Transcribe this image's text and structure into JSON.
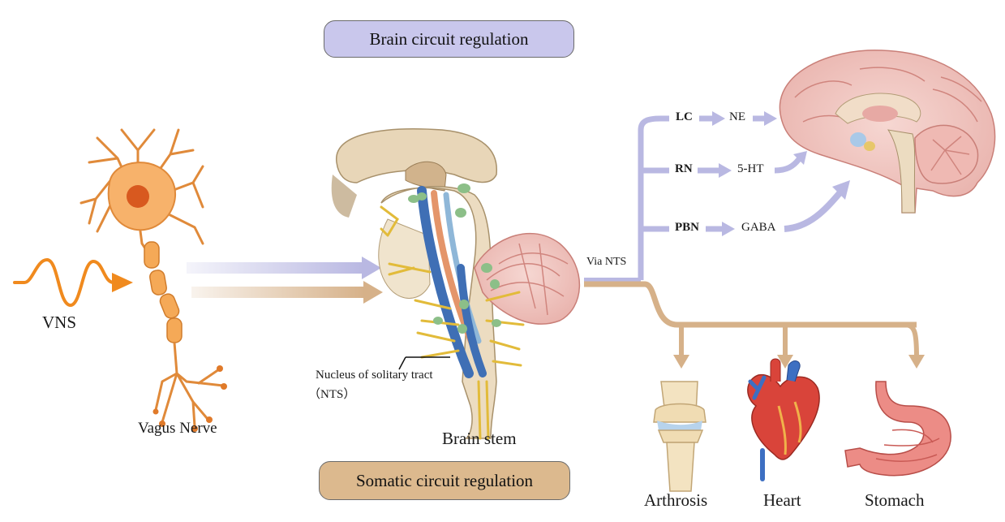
{
  "headers": {
    "brain_circuit": "Brain circuit regulation",
    "somatic_circuit": "Somatic circuit regulation"
  },
  "stimulus": {
    "label": "VNS"
  },
  "neuron": {
    "label": "Vagus Nerve"
  },
  "brainstem": {
    "label": "Brain stem",
    "nts_line1": "Nucleus of solitary tract",
    "nts_line2": "（NTS）"
  },
  "route": {
    "label": "Via NTS"
  },
  "pathways": [
    {
      "nucleus": "LC",
      "transmitter": "NE"
    },
    {
      "nucleus": "RN",
      "transmitter": "5-HT"
    },
    {
      "nucleus": "PBN",
      "transmitter": "GABA"
    }
  ],
  "organs": [
    {
      "label": "Arthrosis"
    },
    {
      "label": "Heart"
    },
    {
      "label": "Stomach"
    }
  ],
  "colors": {
    "brain_arrow": "#b9b8e2",
    "soma_arrow": "#d6b189",
    "stimulus": "#f08a1e",
    "neuron": "#f4a85a",
    "brain_pill": "#c9c7ec",
    "soma_pill": "#dcb98e"
  }
}
